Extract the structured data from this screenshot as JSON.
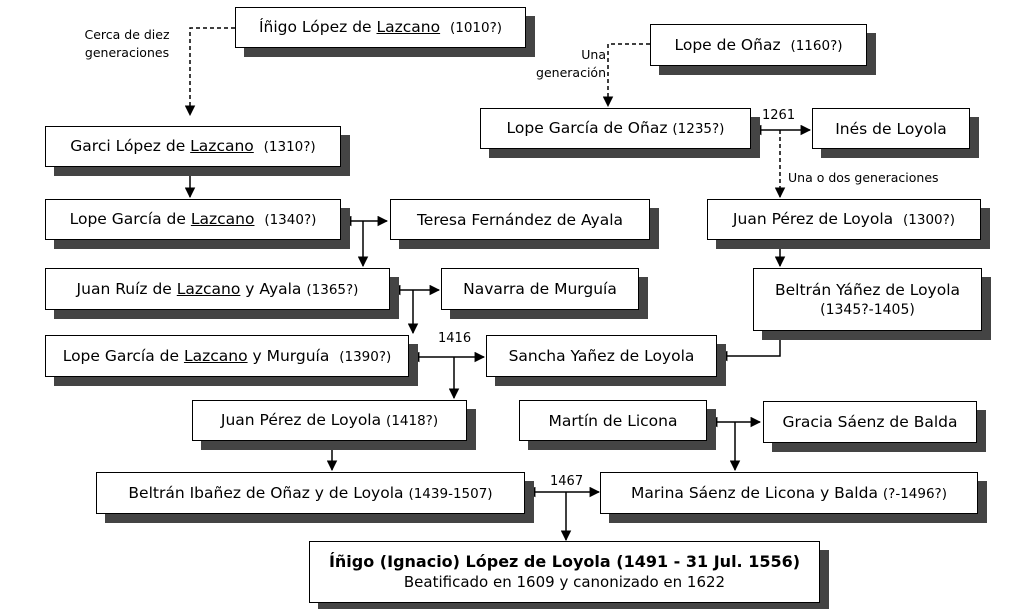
{
  "persons": {
    "inigo_lazcano": {
      "pre": "Íñigo López de ",
      "surname": "Lazcano",
      "year": "(1010?)"
    },
    "garci_lazcano": {
      "pre": "Garci López de ",
      "surname": "Lazcano",
      "year": "(1310?)"
    },
    "lope_lazcano": {
      "pre": "Lope García de ",
      "surname": "Lazcano",
      "year": "(1340?)"
    },
    "teresa": {
      "name": "Teresa Fernández de Ayala"
    },
    "juan_ruiz": {
      "pre": "Juan Ruíz de ",
      "surname": "Lazcano",
      "post": " y Ayala",
      "year": "(1365?)"
    },
    "navarra": {
      "name": "Navarra de Murguía"
    },
    "lope_murguia": {
      "pre": "Lope García de ",
      "surname": "Lazcano",
      "post": " y Murguía",
      "year": "(1390?)"
    },
    "sancha": {
      "name": "Sancha Yañez de Loyola"
    },
    "juan_perez_1418": {
      "name": "Juan Pérez de Loyola",
      "year": "(1418?)"
    },
    "beltran_ibanez": {
      "name": "Beltrán Ibañez de Oñaz y de Loyola",
      "year": "(1439-1507)"
    },
    "lope_onaz": {
      "name": "Lope de Oñaz",
      "year": "(1160?)"
    },
    "lope_garcia_onaz": {
      "name": "Lope García de Oñaz",
      "year": "(1235?)"
    },
    "ines": {
      "name": "Inés de Loyola"
    },
    "juan_perez_1300": {
      "name": "Juan Pérez de Loyola",
      "year": "(1300?)"
    },
    "beltran_yanez": {
      "name": "Beltrán Yáñez de Loyola",
      "year": "(1345?-1405)"
    },
    "martin": {
      "name": "Martín de Licona"
    },
    "gracia": {
      "name": "Gracia Sáenz de Balda"
    },
    "marina": {
      "name": "Marina Sáenz de Licona y Balda",
      "year": "(?-1496?)"
    },
    "ignacio": {
      "line1": "Íñigo (Ignacio) López de Loyola (1491 - 31 Jul. 1556)",
      "line2": "Beatificado en 1609 y canonizado en 1622"
    }
  },
  "notes": {
    "diez_l1": "Cerca de diez",
    "diez_l2": "generaciones",
    "una_l1": "Una",
    "una_l2": "generación",
    "unaodos": "Una o dos generaciones"
  },
  "marriages": {
    "y1261": "1261",
    "y1416": "1416",
    "y1467": "1467"
  }
}
